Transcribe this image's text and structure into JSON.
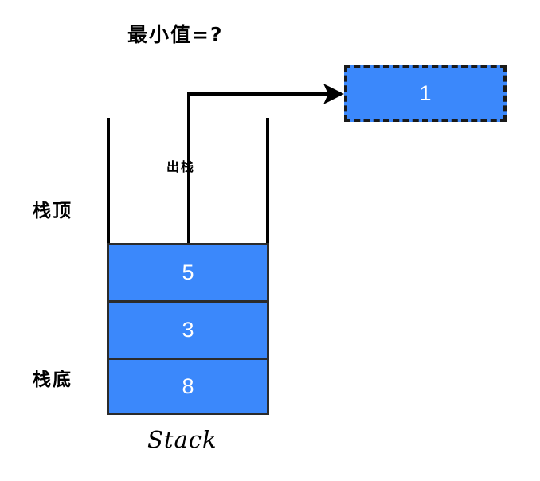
{
  "diagram": {
    "title": "最小值=?",
    "caption": "Stack",
    "labels": {
      "pop_action": "出栈",
      "stack_top": "栈顶",
      "stack_bottom": "栈底"
    },
    "stack": {
      "name": "Stack",
      "cells": [
        {
          "value": "5",
          "position": "top"
        },
        {
          "value": "3",
          "position": "middle"
        },
        {
          "value": "8",
          "position": "bottom"
        }
      ]
    },
    "popped_element": {
      "value": "1",
      "style": "dashed-outline"
    },
    "arrow": {
      "name": "pop-arrow",
      "from": "stack-top",
      "to": "popped-element"
    },
    "colors": {
      "cell_fill": "#3B88FB",
      "cell_border": "#2B2B2B",
      "cell_text": "#FFFFFF",
      "stroke": "#000000",
      "background": "#FFFFFF"
    }
  }
}
